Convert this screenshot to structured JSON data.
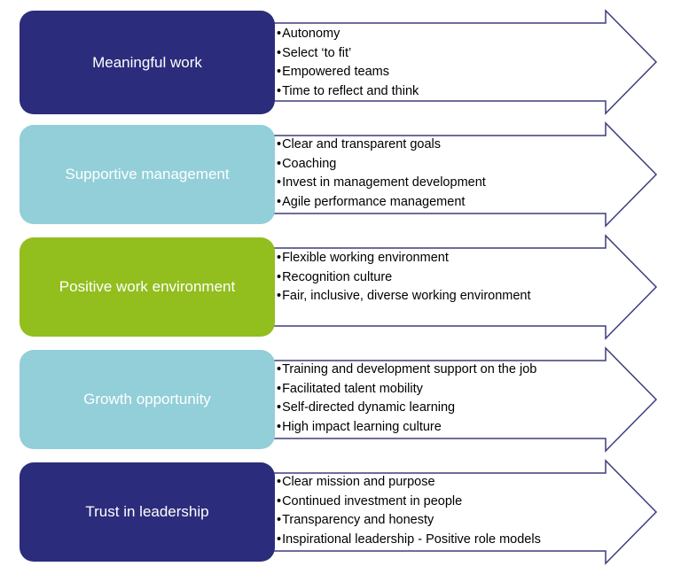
{
  "rows": [
    {
      "title": "Meaningful work",
      "color": "#2c2c7c",
      "bullets": [
        "Autonomy",
        "Select ‘to fit’",
        "Empowered teams",
        "Time to reflect and think"
      ]
    },
    {
      "title": "Supportive management",
      "color": "#92cfd8",
      "bullets": [
        "Clear and transparent goals",
        "Coaching",
        "Invest in management development",
        "Agile performance management"
      ]
    },
    {
      "title": "Positive work environment",
      "color": "#92be1e",
      "bullets": [
        "Flexible working environment",
        "Recognition culture",
        "Fair, inclusive, diverse working environment"
      ]
    },
    {
      "title": "Growth opportunity",
      "color": "#92cfd8",
      "bullets": [
        "Training and development support on the job",
        "Facilitated talent mobility",
        "Self-directed dynamic learning",
        "High impact learning culture"
      ]
    },
    {
      "title": "Trust in leadership",
      "color": "#2c2c7c",
      "bullets": [
        "Clear mission and purpose",
        "Continued investment in people",
        "Transparency and honesty",
        "Inspirational leadership - Positive role models"
      ]
    }
  ],
  "arrow_stroke": "#3d3d7c"
}
